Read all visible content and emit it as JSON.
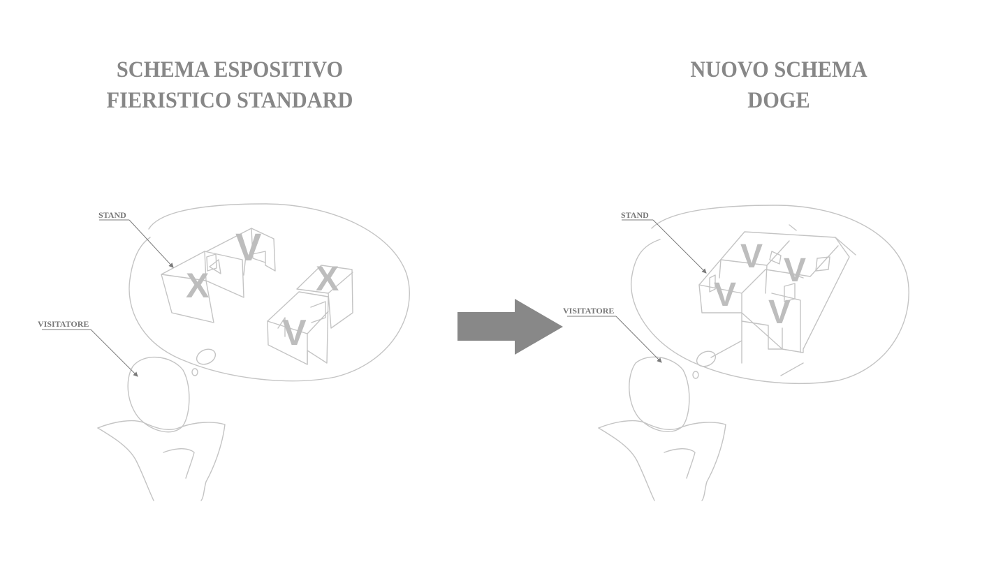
{
  "titles": {
    "left": {
      "line1": "SCHEMA ESPOSITIVO",
      "line2": "FIERISTICO STANDARD"
    },
    "right": {
      "line1": "NUOVO SCHEMA",
      "line2": "DOGE"
    }
  },
  "left_panel": {
    "stand_label": "STAND",
    "visitor_label": "VISITATORE",
    "marks": [
      "V",
      "X",
      "X",
      "V"
    ]
  },
  "right_panel": {
    "stand_label": "STAND",
    "visitor_label": "VISITATORE",
    "marks": [
      "V",
      "V",
      "V",
      "V"
    ]
  },
  "arrow": {
    "icon": "right-arrow-icon",
    "color": "#888888"
  },
  "colors": {
    "title": "#878787",
    "sketch": "#c4c4c4",
    "mark": "#bdbdbd",
    "leader": "#7a7a7a"
  }
}
